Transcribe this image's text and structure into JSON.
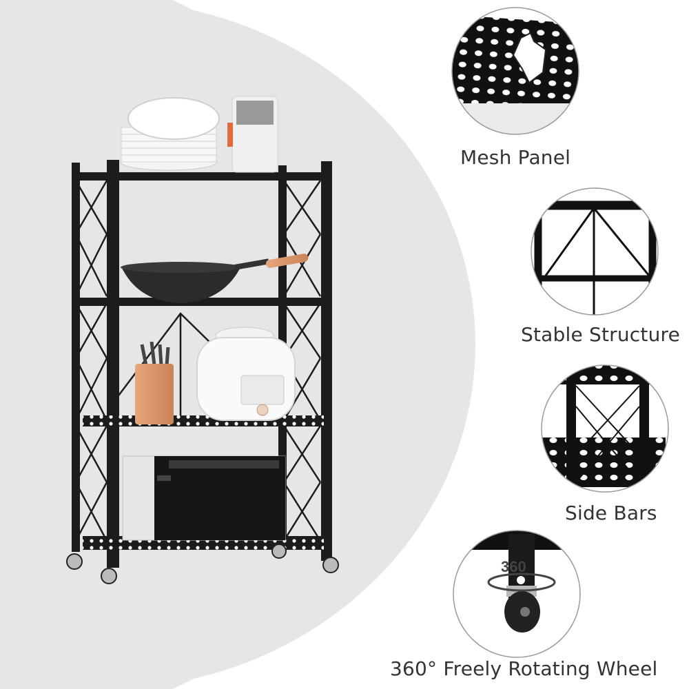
{
  "features": {
    "mesh_panel": "Mesh Panel",
    "stable_structure": "Stable Structure",
    "side_bars": "Side Bars",
    "wheel": "360° Freely Rotating Wheel",
    "rotation_badge": "360"
  },
  "colors": {
    "background": "#ffffff",
    "backdrop_circle": "#e6e6e8",
    "rack_black": "#1c1c1e",
    "label_text": "#333333",
    "wood": "#d89463"
  }
}
